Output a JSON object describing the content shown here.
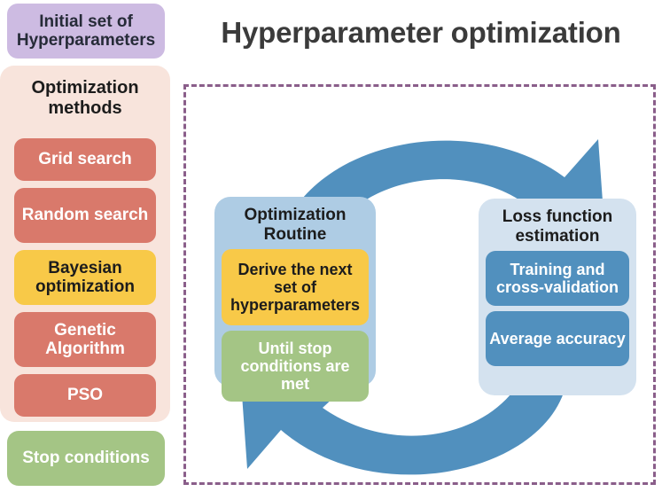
{
  "title": "Hyperparameter optimization",
  "colors": {
    "initial_box": "#cdbbe2",
    "methods_panel": "#f8e4dc",
    "method_pill": "#d9796b",
    "highlight_pill": "#f8c948",
    "stop_box": "#a4c585",
    "dashed_border": "#8a5e8a",
    "arrow": "#5190be",
    "opt_node": "#aecce4",
    "loss_node": "#d4e2ef",
    "sub_blue": "#5190be",
    "title_text": "#3b3b3b"
  },
  "sidebar": {
    "initial_set": "Initial set of Hyperparameters",
    "methods_title": "Optimization methods",
    "methods": [
      {
        "label": "Grid search",
        "style": "salmon"
      },
      {
        "label": "Random search",
        "style": "salmon"
      },
      {
        "label": "Bayesian optimization",
        "style": "yellow"
      },
      {
        "label": "Genetic Algorithm",
        "style": "salmon"
      },
      {
        "label": "PSO",
        "style": "salmon"
      }
    ],
    "stop_conditions": "Stop conditions"
  },
  "cycle": {
    "optimization_node": {
      "title": "Optimization Routine",
      "steps": [
        {
          "label": "Derive the next set of hyperparameters",
          "style": "yellow"
        },
        {
          "label": "Until stop conditions are met",
          "style": "green"
        }
      ]
    },
    "loss_node": {
      "title": "Loss function estimation",
      "steps": [
        {
          "label": "Training and cross-validation",
          "style": "blue"
        },
        {
          "label": "Average accuracy",
          "style": "blue"
        }
      ]
    },
    "arrows": [
      {
        "name": "top-arc-arrow",
        "direction": "left-to-right",
        "position": "top"
      },
      {
        "name": "bottom-arc-arrow",
        "direction": "right-to-left",
        "position": "bottom"
      }
    ]
  }
}
